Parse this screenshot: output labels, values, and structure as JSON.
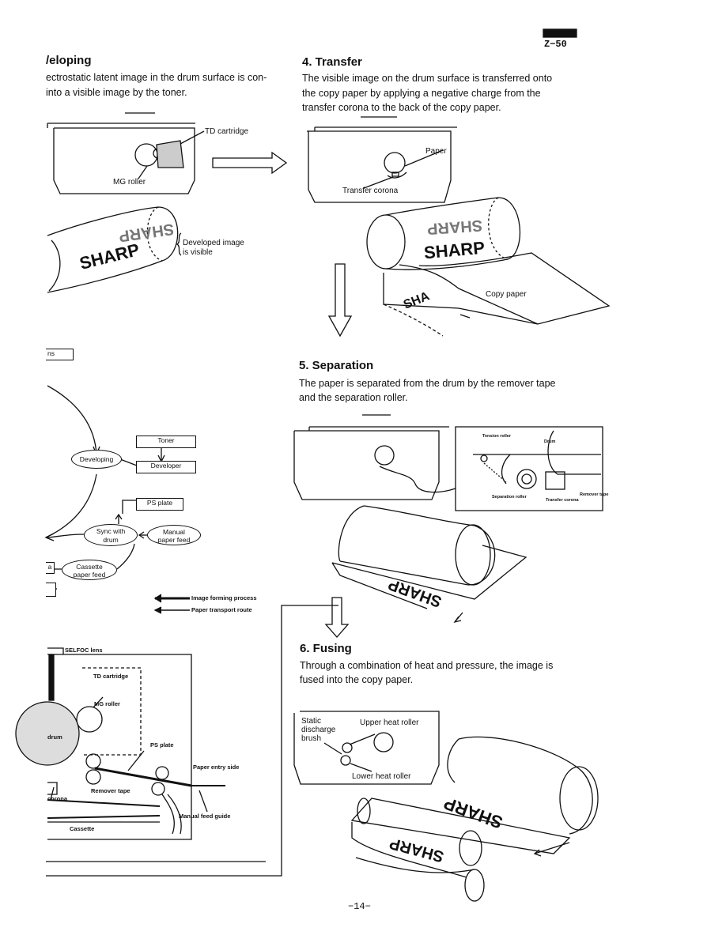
{
  "page_header": {
    "code": "Z−50",
    "page_number": "−14−"
  },
  "developing": {
    "title": "/eloping",
    "line1": "ectrostatic latent image in the drum surface is con-",
    "line2": "into a visible image by the toner.",
    "td_cartridge": "TD cartridge",
    "mg_roller": "MG roller",
    "developed_line1": "Developed image",
    "developed_line2": "is visible",
    "drum_text_back": "SHARP",
    "drum_text_front": "SHARP"
  },
  "transfer": {
    "title": "4. Transfer",
    "line1": "The visible image on the drum surface is transferred onto",
    "line2": "the copy paper by applying a negative charge from the",
    "line3": "transfer corona to the back of the copy paper.",
    "paper": "Paper",
    "transfer_corona": "Transfer corona",
    "copy_paper": "Copy paper",
    "drum_text_back": "SHARP",
    "drum_text_front": "SHARP",
    "paper_text": "SHA"
  },
  "flow": {
    "lens_label": "ns",
    "toner": "Toner",
    "developing": "Developing",
    "developer": "Developer",
    "ps_plate": "PS plate",
    "sync_line1": "Sync with",
    "sync_line2": "drum",
    "manual_line1": "Manual",
    "manual_line2": "paper feed",
    "cassette_line1": "Cassette",
    "cassette_line2": "paper feed",
    "left_box": "a",
    "legend_image": "Image forming process",
    "legend_paper": "Paper transport route"
  },
  "separation": {
    "title": "5. Separation",
    "line1": "The paper is separated from the drum by the remover tape",
    "line2": "and the separation roller.",
    "tension_roller": "Tension roller",
    "drum": "Drum",
    "remover_tape": "Remover tape",
    "separation_roller": "Separation roller",
    "transfer_corona": "Transfer corona",
    "paper_text": "SHARP"
  },
  "machine": {
    "selfoc_lens": "SELFOC lens",
    "td_cartridge": "TD cartridge",
    "mg_roller": "MG roller",
    "drum": "drum",
    "ps_plate": "PS plate",
    "paper_entry_side": "Paper entry side",
    "remover_tape": "Remover tape",
    "corona": "corona",
    "manual_feed_guide": "Manual feed guide",
    "cassette": "Cassette"
  },
  "fusing": {
    "title": "6. Fusing",
    "line1": "Through a combination of heat and pressure, the image is",
    "line2": "fused into the copy paper.",
    "static_line1": "Static",
    "static_line2": "discharge",
    "static_line3": "brush",
    "upper_heat_roller": "Upper heat roller",
    "lower_heat_roller": "Lower heat roller",
    "paper_text1": "SHARP",
    "paper_text2": "SHARP"
  }
}
